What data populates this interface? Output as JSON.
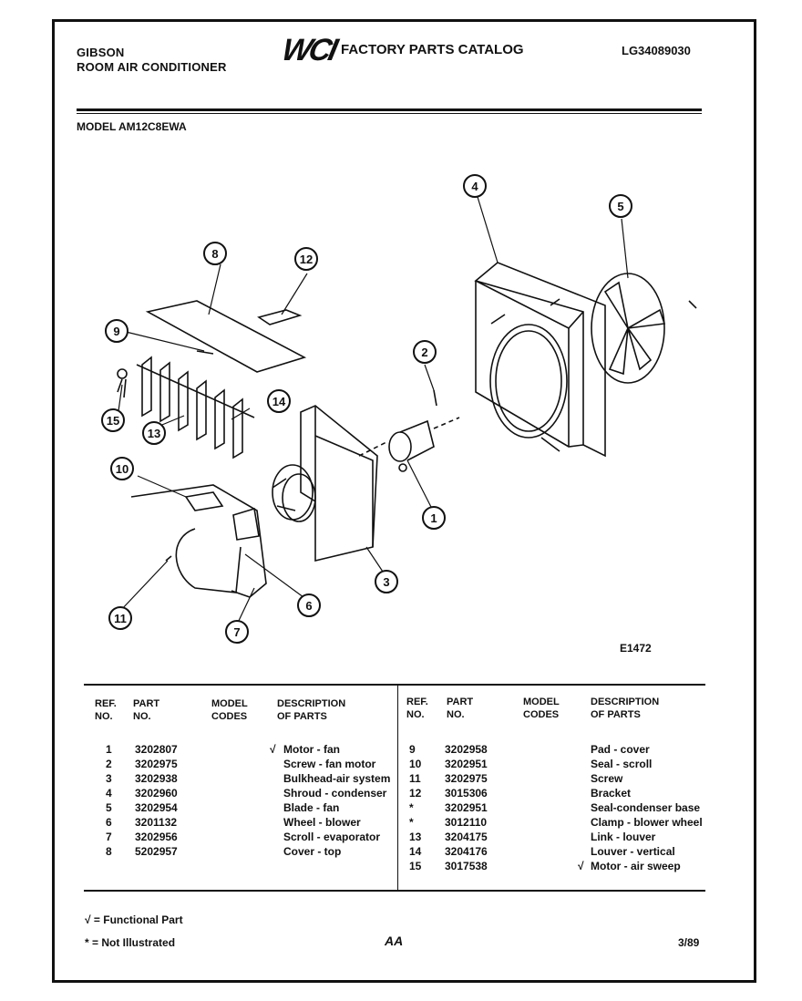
{
  "header": {
    "brand": "GIBSON",
    "product": "ROOM AIR CONDITIONER",
    "logo": "WCI",
    "catalog_title": "FACTORY PARTS CATALOG",
    "catalog_number": "LG34089030"
  },
  "model_line": "MODEL AM12C8EWA",
  "figure_code": "E1472",
  "diagram_callouts": [
    "1",
    "2",
    "3",
    "4",
    "5",
    "6",
    "7",
    "8",
    "9",
    "10",
    "11",
    "12",
    "13",
    "14",
    "15"
  ],
  "table": {
    "headers": {
      "ref_no": [
        "REF.",
        "NO."
      ],
      "part_no": [
        "PART",
        "NO."
      ],
      "model_codes": [
        "MODEL",
        "CODES"
      ],
      "description": [
        "DESCRIPTION",
        "OF PARTS"
      ]
    },
    "left_rows": [
      {
        "ref": "1",
        "part": "3202807",
        "desc": "Motor - fan",
        "functional": "√"
      },
      {
        "ref": "2",
        "part": "3202975",
        "desc": "Screw - fan motor",
        "functional": ""
      },
      {
        "ref": "3",
        "part": "3202938",
        "desc": "Bulkhead-air system",
        "functional": ""
      },
      {
        "ref": "4",
        "part": "3202960",
        "desc": "Shroud - condenser",
        "functional": ""
      },
      {
        "ref": "5",
        "part": "3202954",
        "desc": "Blade - fan",
        "functional": ""
      },
      {
        "ref": "6",
        "part": "3201132",
        "desc": "Wheel - blower",
        "functional": ""
      },
      {
        "ref": "7",
        "part": "3202956",
        "desc": "Scroll - evaporator",
        "functional": ""
      },
      {
        "ref": "8",
        "part": "5202957",
        "desc": "Cover - top",
        "functional": ""
      }
    ],
    "right_rows": [
      {
        "ref": "9",
        "part": "3202958",
        "desc": "Pad - cover",
        "functional": ""
      },
      {
        "ref": "10",
        "part": "3202951",
        "desc": "Seal - scroll",
        "functional": ""
      },
      {
        "ref": "11",
        "part": "3202975",
        "desc": "Screw",
        "functional": ""
      },
      {
        "ref": "12",
        "part": "3015306",
        "desc": "Bracket",
        "functional": ""
      },
      {
        "ref": "*",
        "part": "3202951",
        "desc": "Seal-condenser base",
        "functional": ""
      },
      {
        "ref": "*",
        "part": "3012110",
        "desc": "Clamp - blower wheel",
        "functional": ""
      },
      {
        "ref": "13",
        "part": "3204175",
        "desc": "Link - louver",
        "functional": ""
      },
      {
        "ref": "14",
        "part": "3204176",
        "desc": "Louver - vertical",
        "functional": ""
      },
      {
        "ref": "15",
        "part": "3017538",
        "desc": "Motor - air sweep",
        "functional": "√"
      }
    ]
  },
  "footer": {
    "functional_note": "√ = Functional Part",
    "not_illustrated_note": "* = Not Illustrated",
    "mark": "AA",
    "date": "3/89"
  }
}
